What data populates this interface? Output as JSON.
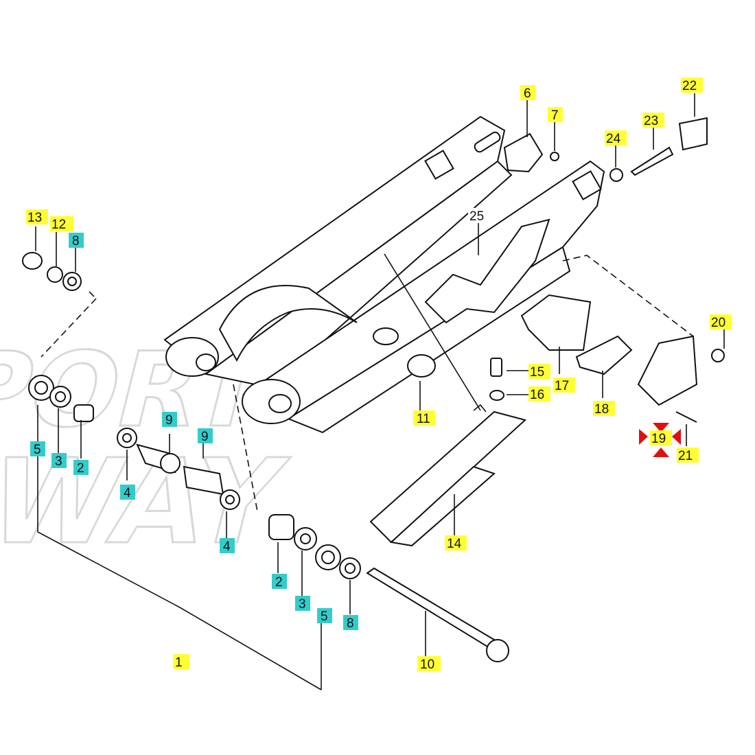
{
  "watermark": {
    "line1": "SPORT",
    "line2": "WAY"
  },
  "colors": {
    "yellow": "#ffff33",
    "cyan": "#33cccc",
    "marker": "#e01010",
    "ink": "#111111"
  },
  "callouts": [
    {
      "id": "c1",
      "label": "1",
      "color": "yellow"
    },
    {
      "id": "c2a",
      "label": "2",
      "color": "cyan"
    },
    {
      "id": "c2b",
      "label": "2",
      "color": "cyan"
    },
    {
      "id": "c3a",
      "label": "3",
      "color": "cyan"
    },
    {
      "id": "c3b",
      "label": "3",
      "color": "cyan"
    },
    {
      "id": "c4a",
      "label": "4",
      "color": "cyan"
    },
    {
      "id": "c4b",
      "label": "4",
      "color": "cyan"
    },
    {
      "id": "c5a",
      "label": "5",
      "color": "cyan"
    },
    {
      "id": "c5b",
      "label": "5",
      "color": "cyan"
    },
    {
      "id": "c6",
      "label": "6",
      "color": "yellow"
    },
    {
      "id": "c7",
      "label": "7",
      "color": "yellow"
    },
    {
      "id": "c8a",
      "label": "8",
      "color": "cyan"
    },
    {
      "id": "c8b",
      "label": "8",
      "color": "cyan"
    },
    {
      "id": "c9a",
      "label": "9",
      "color": "cyan"
    },
    {
      "id": "c9b",
      "label": "9",
      "color": "cyan"
    },
    {
      "id": "c10",
      "label": "10",
      "color": "yellow"
    },
    {
      "id": "c11",
      "label": "11",
      "color": "yellow"
    },
    {
      "id": "c12",
      "label": "12",
      "color": "yellow"
    },
    {
      "id": "c13",
      "label": "13",
      "color": "yellow"
    },
    {
      "id": "c14",
      "label": "14",
      "color": "yellow"
    },
    {
      "id": "c15",
      "label": "15",
      "color": "yellow"
    },
    {
      "id": "c16",
      "label": "16",
      "color": "yellow"
    },
    {
      "id": "c17",
      "label": "17",
      "color": "yellow"
    },
    {
      "id": "c18",
      "label": "18",
      "color": "yellow"
    },
    {
      "id": "c19",
      "label": "19",
      "color": "yellow"
    },
    {
      "id": "c20",
      "label": "20",
      "color": "yellow"
    },
    {
      "id": "c21",
      "label": "21",
      "color": "yellow"
    },
    {
      "id": "c22",
      "label": "22",
      "color": "yellow"
    },
    {
      "id": "c23",
      "label": "23",
      "color": "yellow"
    },
    {
      "id": "c24",
      "label": "24",
      "color": "yellow"
    },
    {
      "id": "c25",
      "label": "25",
      "color": "yellow"
    }
  ]
}
